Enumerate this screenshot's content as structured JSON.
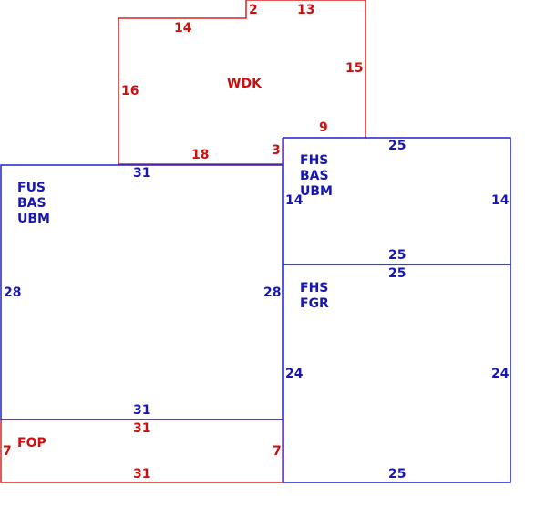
{
  "colors": {
    "red": "#cc1010",
    "blue": "#1818b0"
  },
  "areas": {
    "wdk": {
      "name": "WDK",
      "dims": {
        "top_left": "14",
        "step": "2",
        "top_right": "13",
        "right": "15",
        "left": "16",
        "bottom_left": "18",
        "bottom_step": "3",
        "bottom_right": "9"
      }
    },
    "fus": {
      "lines": [
        "FUS",
        "BAS",
        "UBM"
      ],
      "dims": {
        "top": "31",
        "left": "28",
        "right": "28",
        "bottom": "31"
      }
    },
    "fhs1": {
      "lines": [
        "FHS",
        "BAS",
        "UBM"
      ],
      "dims": {
        "top": "25",
        "left": "14",
        "right": "14",
        "bottom": "25"
      }
    },
    "fhs2": {
      "lines": [
        "FHS",
        "FGR"
      ],
      "dims": {
        "top": "25",
        "left": "24",
        "right": "24",
        "bottom": "25"
      }
    },
    "fop": {
      "name": "FOP",
      "dims": {
        "top": "31",
        "left": "7",
        "right": "7",
        "bottom": "31"
      }
    }
  }
}
